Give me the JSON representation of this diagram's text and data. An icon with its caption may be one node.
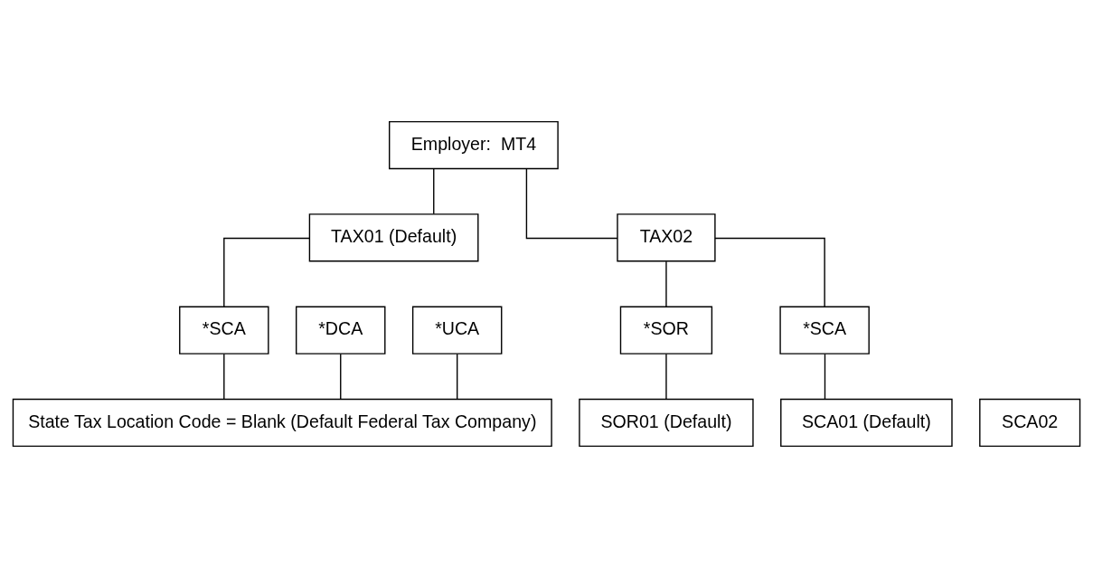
{
  "diagram": {
    "nodes": [
      {
        "text": [
          "Employer:  MT4"
        ]
      },
      {
        "text": [
          "TAX01 (Default)"
        ]
      },
      {
        "text": [
          "TAX02"
        ]
      },
      {
        "text": [
          "*SCA"
        ]
      },
      {
        "text": [
          "*UCA"
        ]
      },
      {
        "text": [
          "*DCA"
        ]
      },
      {
        "text": [
          "State Tax Location Code = Blank (Default Federal Tax Company)"
        ]
      },
      {
        "text": [
          "*SCA"
        ]
      },
      {
        "text": [
          "*SOR"
        ]
      },
      {
        "text": [
          "SCA01 (Default)"
        ]
      },
      {
        "text": [
          "SOR01 (Default)"
        ]
      },
      {
        "text": [
          "SCA02"
        ]
      }
    ],
    "edges": [
      {
        "from": 0,
        "to": 1,
        "arrow": "none"
      },
      {
        "from": 0,
        "to": 2,
        "arrow": "none"
      },
      {
        "from": 1,
        "to": 3,
        "arrow": "none"
      },
      {
        "from": 3,
        "to": 6,
        "arrow": "none"
      },
      {
        "from": 4,
        "to": 6,
        "arrow": "none"
      },
      {
        "from": 5,
        "to": 6,
        "arrow": "none"
      },
      {
        "from": 2,
        "to": 7,
        "arrow": "none"
      },
      {
        "from": 2,
        "to": 8,
        "arrow": "none"
      },
      {
        "from": 7,
        "to": 9,
        "arrow": "none"
      },
      {
        "from": 8,
        "to": 10,
        "arrow": "none"
      }
    ]
  }
}
